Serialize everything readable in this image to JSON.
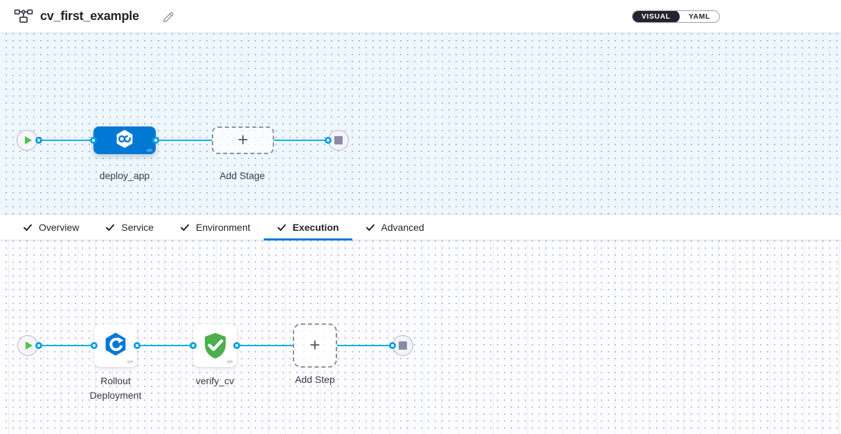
{
  "header": {
    "title": "cv_first_example",
    "view_toggle": {
      "visual_label": "VISUAL",
      "yaml_label": "YAML",
      "selected": "VISUAL"
    }
  },
  "stage_pipeline": {
    "stage_name": "deploy_app",
    "add_stage_label": "Add Stage",
    "plus_glyph": "+",
    "code_glyph": "</>"
  },
  "tabs": {
    "items": [
      {
        "label": "Overview",
        "checked": true
      },
      {
        "label": "Service",
        "checked": true
      },
      {
        "label": "Environment",
        "checked": true
      },
      {
        "label": "Execution",
        "checked": true
      },
      {
        "label": "Advanced",
        "checked": true
      }
    ],
    "active": "Execution"
  },
  "execution": {
    "steps": [
      {
        "label_line1": "Rollout",
        "label_line2": "Deployment",
        "type": "kubernetes-rollout"
      },
      {
        "label": "verify_cv",
        "type": "verify"
      }
    ],
    "add_step_label": "Add Step",
    "plus_glyph": "+",
    "code_glyph": "</>"
  },
  "colors": {
    "accent_blue": "#0278d5",
    "connector_blue": "#0fb0e6",
    "success_green": "#4cae4f",
    "play_green": "#53c24f",
    "toggle_dark": "#24242e"
  }
}
